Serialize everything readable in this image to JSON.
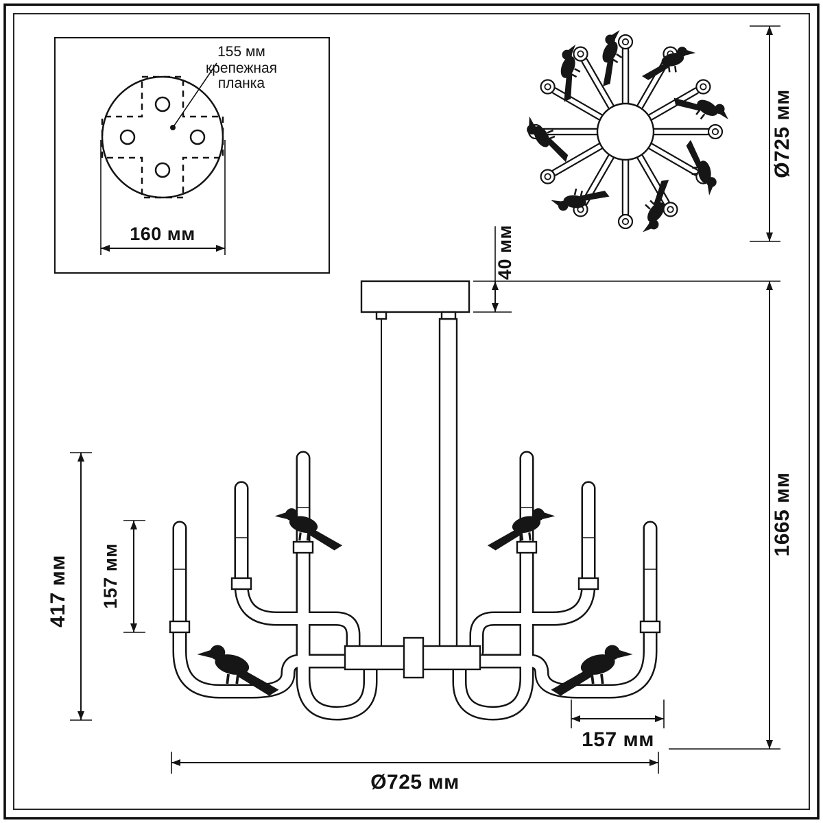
{
  "page": {
    "background": "#ffffff",
    "line_color": "#141414"
  },
  "icons": {
    "bird": "bird-silhouette"
  },
  "inset": {
    "hole_spacing_label": "155 мм",
    "mount_plate_label_line1": "крепежная",
    "mount_plate_label_line2": "планка",
    "plate_width_label": "160 мм"
  },
  "top_view": {
    "diameter_label": "Ø725 мм"
  },
  "front_view": {
    "canopy_height_label": "40 мм",
    "total_height_label": "1665 мм",
    "arm_height_label": "417 мм",
    "candle_height_label": "157 мм",
    "arm_offset_label": "157 мм",
    "diameter_label": "Ø725 мм"
  }
}
